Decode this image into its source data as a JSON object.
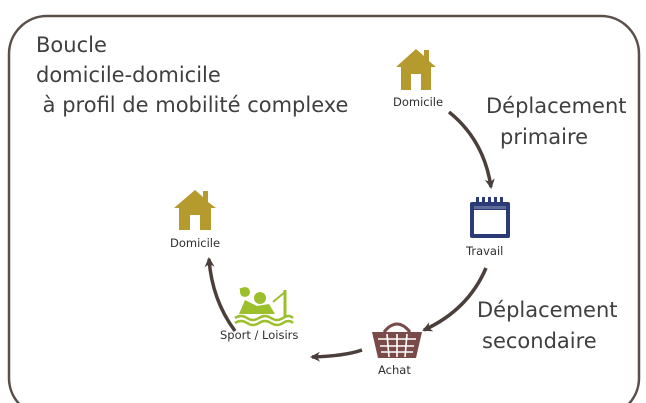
{
  "title": {
    "line1": "Boucle",
    "line2": "domicile-domicile",
    "line3": " à profil de mobilité complexe"
  },
  "nodes": {
    "home_start": {
      "label": "Domicile",
      "icon": "house-icon"
    },
    "work": {
      "label": "Travail",
      "icon": "calendar-icon"
    },
    "shopping": {
      "label": "Achat",
      "icon": "shopping-basket-icon"
    },
    "sport": {
      "label": "Sport / Loisirs",
      "icon": "water-polo-icon"
    },
    "home_end": {
      "label": "Domicile",
      "icon": "house-icon"
    }
  },
  "trips": {
    "primary": {
      "line1": "Déplacement",
      "line2": "primaire"
    },
    "secondary": {
      "line1": "Déplacement",
      "line2": "secondaire"
    }
  },
  "colors": {
    "house": "#b59a2e",
    "calendar": "#2a3b78",
    "basket": "#7a4a48",
    "sport": "#9cbf2c",
    "arrow": "#4a3f3a",
    "frame": "#5a4f4a"
  }
}
